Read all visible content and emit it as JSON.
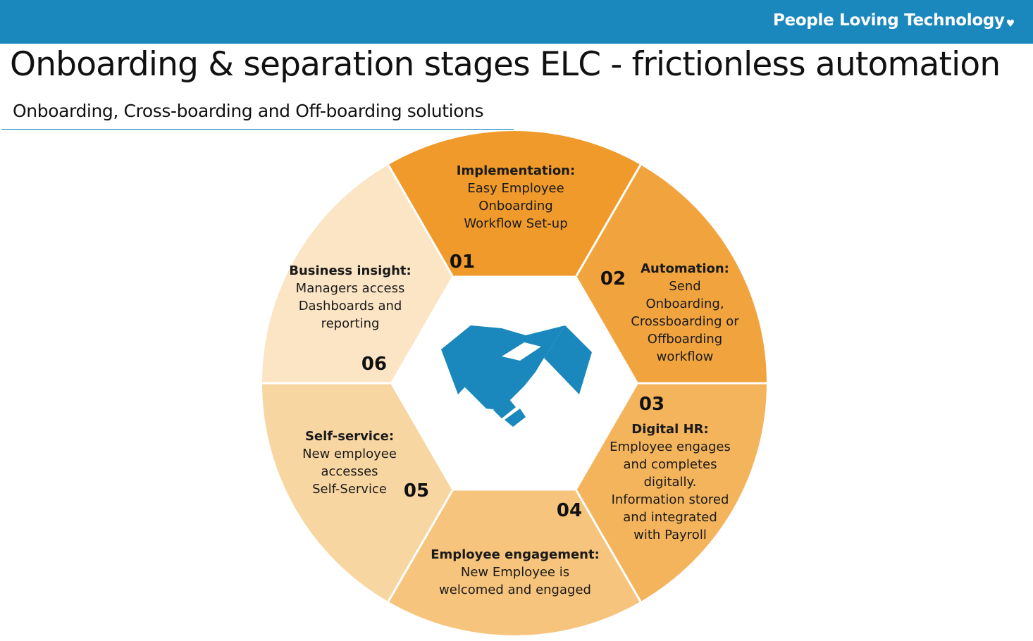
{
  "header": {
    "tagline": "People Loving Technology",
    "tagline_mark": "♥"
  },
  "title": "Onboarding & separation stages ELC - frictionless automation",
  "subtitle": "Onboarding, Cross-boarding and Off-boarding solutions",
  "center_icon": "handshake-icon",
  "colors": {
    "brand_blue": "#1a88bd",
    "segment_01": "#ef9a2a",
    "segment_02": "#f1a43e",
    "segment_03": "#f4b45c",
    "segment_04": "#f6c47c",
    "segment_05": "#f8d6a1",
    "segment_06": "#fbe5c5"
  },
  "stages": [
    {
      "number": "01",
      "heading": "Implementation:",
      "lines": [
        "Easy Employee",
        "Onboarding",
        "Workflow Set-up"
      ]
    },
    {
      "number": "02",
      "heading": "Automation:",
      "lines": [
        "Send",
        "Onboarding,",
        "Crossboarding or",
        "Offboarding",
        "workflow"
      ]
    },
    {
      "number": "03",
      "heading": "Digital HR:",
      "lines": [
        "Employee engages",
        "and completes",
        "digitally.",
        "Information stored",
        "and integrated",
        "with Payroll"
      ]
    },
    {
      "number": "04",
      "heading": "Employee engagement:",
      "lines": [
        "New Employee is",
        "welcomed and engaged"
      ]
    },
    {
      "number": "05",
      "heading": "Self-service:",
      "lines": [
        "New employee",
        "accesses",
        "Self-Service"
      ]
    },
    {
      "number": "06",
      "heading": "Business insight:",
      "lines": [
        "Managers access",
        "Dashboards and",
        "reporting"
      ]
    }
  ]
}
